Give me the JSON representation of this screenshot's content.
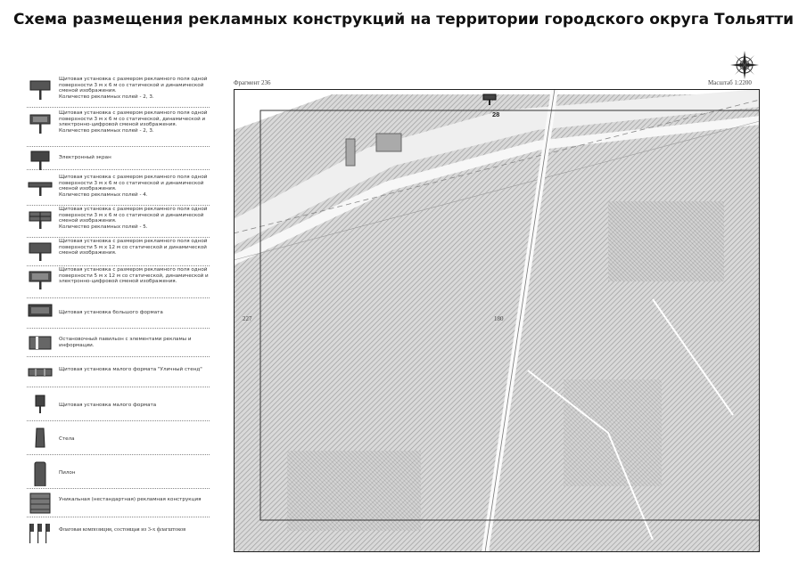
{
  "header": {
    "title": "Схема размещения рекламных конструкций на территории городского округа Тольятти"
  },
  "map": {
    "fragment_label": "Фрагмент 236",
    "scale_label": "Масштаб 1:2200",
    "markers": [
      {
        "id": "28",
        "label": "28"
      },
      {
        "id": "180",
        "label": "180"
      },
      {
        "id": "227",
        "label": "227"
      }
    ]
  },
  "legend": {
    "items": [
      {
        "icon": "billboard-icon",
        "text": "Щитовая установка с размером рекламного поля одной поверхности 3 м х 6 м со статической и динамической сменой изображения.\nКоличество рекламных полей - 2, 3."
      },
      {
        "icon": "billboard-digital-icon",
        "text": "Щитовая установка с размером рекламного поля одной поверхности 3 м х 6 м со статической, динамической и электронно-цифровой сменой изображения.\nКоличество рекламных полей - 2, 3."
      },
      {
        "icon": "electronic-screen-icon",
        "text": "Электронный экран"
      },
      {
        "icon": "billboard-four-icon",
        "text": "Щитовая установка с размером рекламного поля одной поверхности 3 м х 6 м со статической и динамической сменой изображения.\nКоличество рекламных полей - 4."
      },
      {
        "icon": "billboard-five-icon",
        "text": "Щитовая установка с размером рекламного поля одной поверхности 3 м х 6 м со статической и динамической сменой изображения.\nКоличество рекламных полей - 5."
      },
      {
        "icon": "billboard-large-icon",
        "text": "Щитовая установка с размером рекламного поля одной поверхности 5 м х 12 м со статической и динамической сменой изображения."
      },
      {
        "icon": "billboard-large-digital-icon",
        "text": "Щитовая установка с размером рекламного поля одной поверхности 5 м х 12 м со статической, динамической и электронно-цифровой сменой изображения."
      },
      {
        "icon": "big-format-icon",
        "text": "Щитовая установка большого формата"
      },
      {
        "icon": "bus-stop-icon",
        "text": "Остановочный павильон с элементами рекламы и информации."
      },
      {
        "icon": "info-stand-icon",
        "text": "Щитовая установка малого формата \"Уличный стенд\""
      },
      {
        "icon": "small-format-icon",
        "text": "Щитовая установка малого формата"
      },
      {
        "icon": "stela-icon",
        "text": "Стела"
      },
      {
        "icon": "pylon-icon",
        "text": "Пилон"
      },
      {
        "icon": "unique-construction-icon",
        "text": "Уникальная (нестандартная) рекламная конструкция"
      },
      {
        "icon": "flag-composition-icon",
        "text": "Флаговая композиция, состоящая из 3-х флагштоков"
      }
    ]
  }
}
